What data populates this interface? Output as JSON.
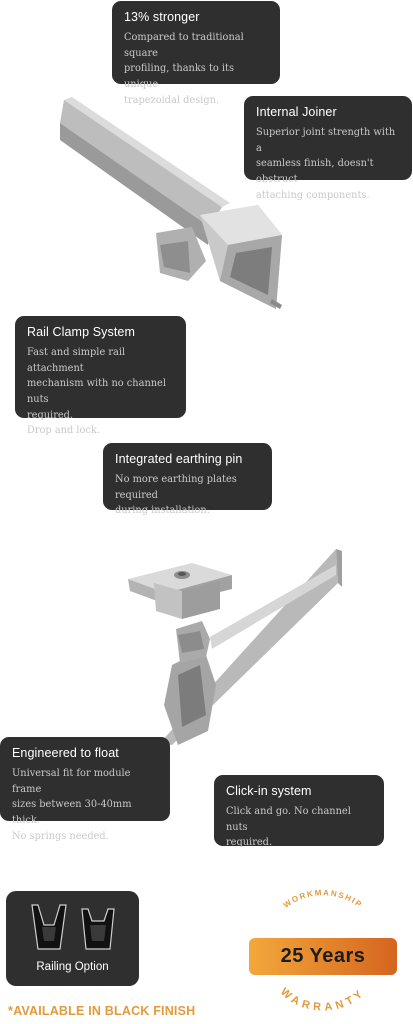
{
  "features": [
    {
      "title": "13% stronger",
      "lines": [
        "Compared to traditional square",
        "profiling, thanks to its unique",
        "trapezoidal design."
      ]
    },
    {
      "title": "Internal Joiner",
      "lines": [
        "Superior joint strength with a",
        "seamless finish, doesn't obstruct",
        "attaching components."
      ]
    },
    {
      "title": "Rail Clamp System",
      "lines": [
        "Fast and simple rail attachment",
        "mechanism with no channel nuts",
        "required.",
        "Drop and lock."
      ]
    },
    {
      "title": "Integrated earthing pin",
      "lines": [
        "No more earthing plates required",
        "during installation."
      ]
    },
    {
      "title": "Engineered to float",
      "lines": [
        "Universal fit for module frame",
        "sizes between 30-40mm thick.",
        "No springs needed."
      ]
    },
    {
      "title": "Click-in system",
      "lines": [
        "Click and go. No channel nuts",
        "required."
      ]
    }
  ],
  "railing": {
    "label": "Railing Option"
  },
  "warranty": {
    "top": "WORKMANSHIP",
    "years": "25 Years",
    "bottom": "WARRANTY"
  },
  "availability": "*AVAILABLE IN BLACK FINISH",
  "colors": {
    "card": "#2f2f2f",
    "accent": "#e39a3b",
    "aluminium": "#b7b7b7"
  }
}
